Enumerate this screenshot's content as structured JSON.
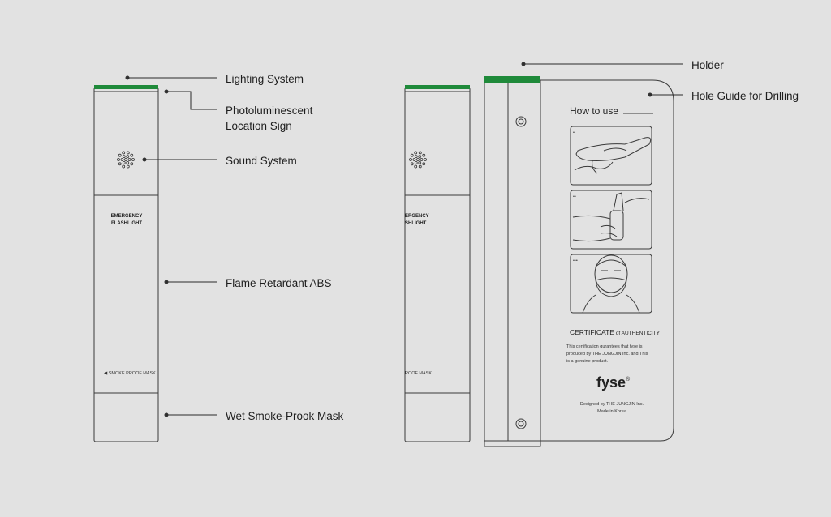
{
  "colors": {
    "background": "#e2e2e2",
    "accent_green": "#1f8a3a",
    "stroke": "#333333"
  },
  "callouts_left": [
    {
      "id": "lighting",
      "lines": [
        "Lighting System"
      ]
    },
    {
      "id": "photo",
      "lines": [
        "Photoluminescent",
        "Location Sign"
      ]
    },
    {
      "id": "sound",
      "lines": [
        "Sound System"
      ]
    },
    {
      "id": "abs",
      "lines": [
        "Flame Retardant ABS"
      ]
    },
    {
      "id": "mask",
      "lines": [
        "Wet Smoke-Prook Mask"
      ]
    }
  ],
  "callouts_right": [
    {
      "id": "holder",
      "lines": [
        "Holder"
      ]
    },
    {
      "id": "hole",
      "lines": [
        "Hole Guide for Drilling"
      ]
    }
  ],
  "device": {
    "label_line1": "EMERGENCY",
    "label_line2": "FLASHLIGHT",
    "mask_tag": "◀ SMOKE PROOF MASK",
    "mask_tag_cropped": "ROOF MASK",
    "label_cropped_1": "ERGENCY",
    "label_cropped_2": "SHLIGHT"
  },
  "panel": {
    "how_to_use": "How to use",
    "step_dots": [
      "•",
      "••",
      "•••"
    ],
    "certificate_title_main": "CERTIFICATE",
    "certificate_title_rest": " of AUTHENTICITY",
    "certificate_text": [
      "This certification gurantees that fyse is",
      "produced by THE JUNGJIN Inc. and This",
      "is a genuine product."
    ],
    "brand": "fyse",
    "brand_mark": "®",
    "designed_by": "Designed by THE JUNGJIN Inc.",
    "made_in": "Made in Korea"
  }
}
